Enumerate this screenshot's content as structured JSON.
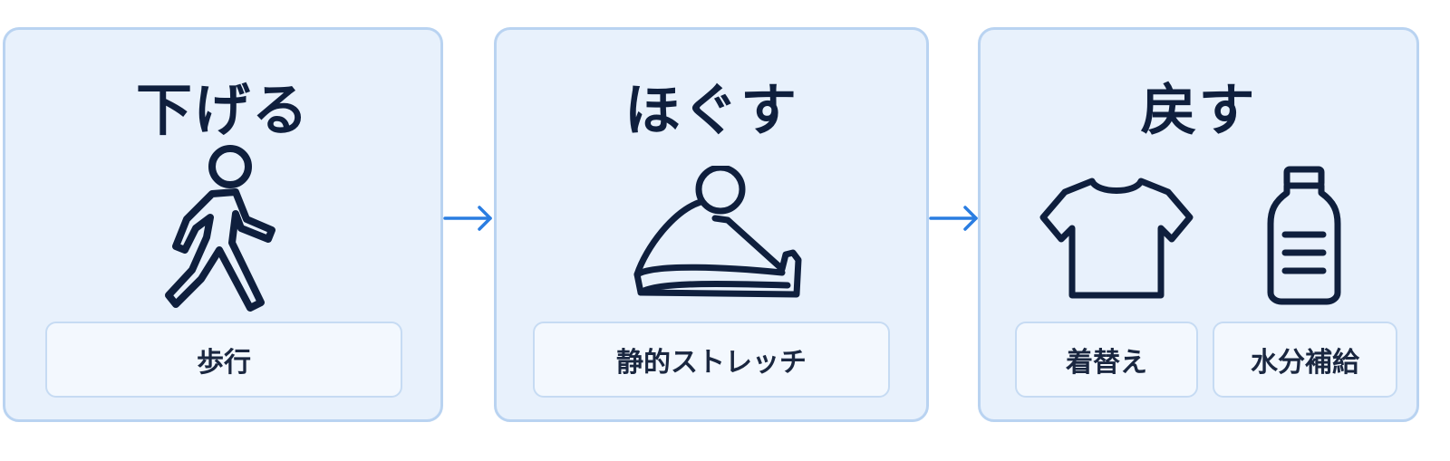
{
  "steps": [
    {
      "title": "下げる",
      "labels": [
        "歩行"
      ],
      "icons": [
        "walking-person-icon"
      ]
    },
    {
      "title": "ほぐす",
      "labels": [
        "静的ストレッチ"
      ],
      "icons": [
        "seated-stretch-icon"
      ]
    },
    {
      "title": "戻す",
      "labels": [
        "着替え",
        "水分補給"
      ],
      "icons": [
        "tshirt-icon",
        "water-bottle-icon"
      ]
    }
  ],
  "colors": {
    "card_bg": "#e8f1fc",
    "card_border": "#b9d3f1",
    "arrow": "#2a7de1",
    "icon_stroke": "#0f1f3d"
  }
}
